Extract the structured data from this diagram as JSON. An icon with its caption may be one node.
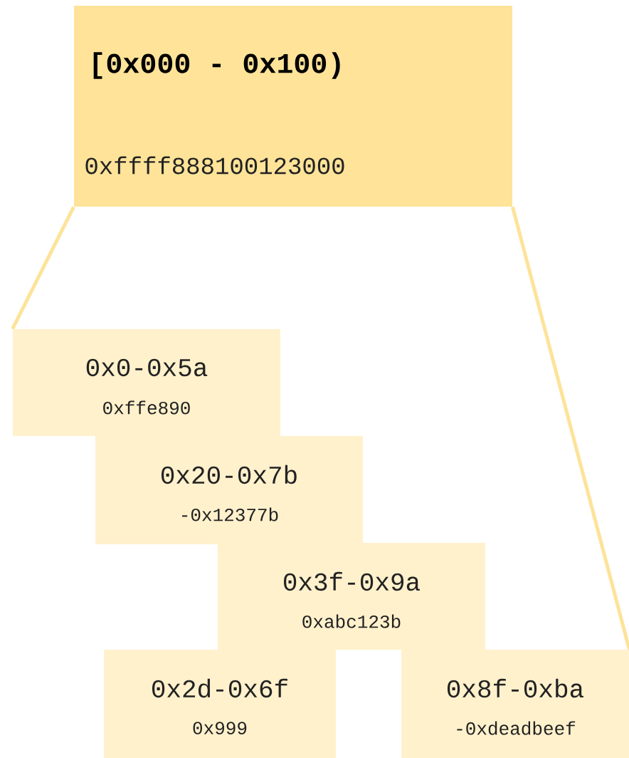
{
  "diagram": {
    "nodes": [
      {
        "text": [
          "[0x000 - 0x100)",
          "0xffff888100123000"
        ]
      },
      {
        "text": [
          "0x0-0x5a",
          "0xffe890"
        ]
      },
      {
        "text": [
          "0x20-0x7b",
          "-0x12377b"
        ]
      },
      {
        "text": [
          "0x3f-0x9a",
          "0xabc123b"
        ]
      },
      {
        "text": [
          "0x2d-0x6f",
          "0x999"
        ]
      },
      {
        "text": [
          "0x8f-0xba",
          "-0xdeadbeef"
        ]
      }
    ],
    "edges": [
      {
        "from": 0,
        "to": 1,
        "arrow": "none"
      },
      {
        "from": 0,
        "to": 5,
        "arrow": "none"
      }
    ]
  }
}
